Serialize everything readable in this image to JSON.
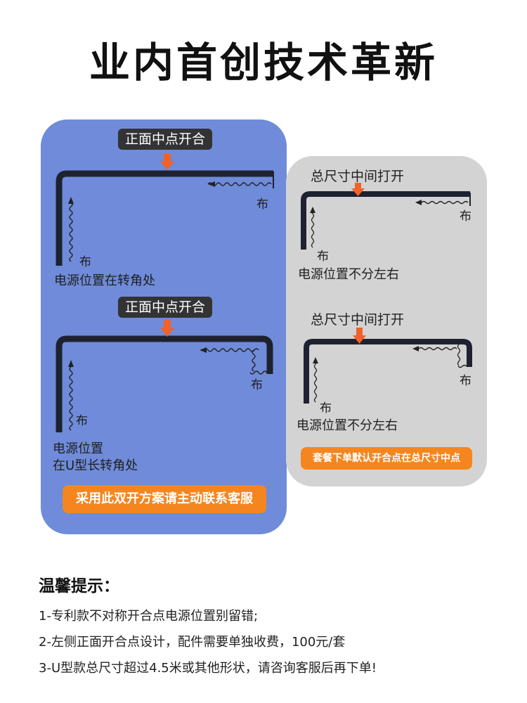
{
  "title": "业内首创技术革新",
  "left_panel": {
    "diagram1": {
      "top_label": "正面中点开合",
      "cloth_right": "布",
      "cloth_left": "布",
      "power_label": "电源位置在转角处"
    },
    "diagram2": {
      "top_label": "正面中点开合",
      "cloth_right": "布",
      "cloth_left": "布",
      "power_label_line1": "电源位置",
      "power_label_line2": "在U型长转角处"
    },
    "contact_button": "采用此双开方案请主动联系客服"
  },
  "right_panel": {
    "diagram1": {
      "top_label": "总尺寸中间打开",
      "cloth_right": "布",
      "cloth_left": "布",
      "power_label": "电源位置不分左右"
    },
    "diagram2": {
      "top_label": "总尺寸中间打开",
      "cloth_right": "布",
      "cloth_left": "布",
      "power_label": "电源位置不分左右"
    },
    "default_badge": "套餐下单默认开合点在总尺寸中点"
  },
  "tips": {
    "heading": "温馨提示：",
    "items": [
      "1-专利款不对称开合点电源位置别留错;",
      "2-左侧正面开合点设计，配件需要单独收费，100元/套",
      "3-U型款总尺寸超过4.5米或其他形状，请咨询客服后再下单!"
    ]
  },
  "colors": {
    "left_panel_bg": "#6f8bd9",
    "right_panel_bg": "#d3d3d3",
    "rail": "#1e2230",
    "arrow": "#f0622a",
    "button": "#f5861f"
  }
}
